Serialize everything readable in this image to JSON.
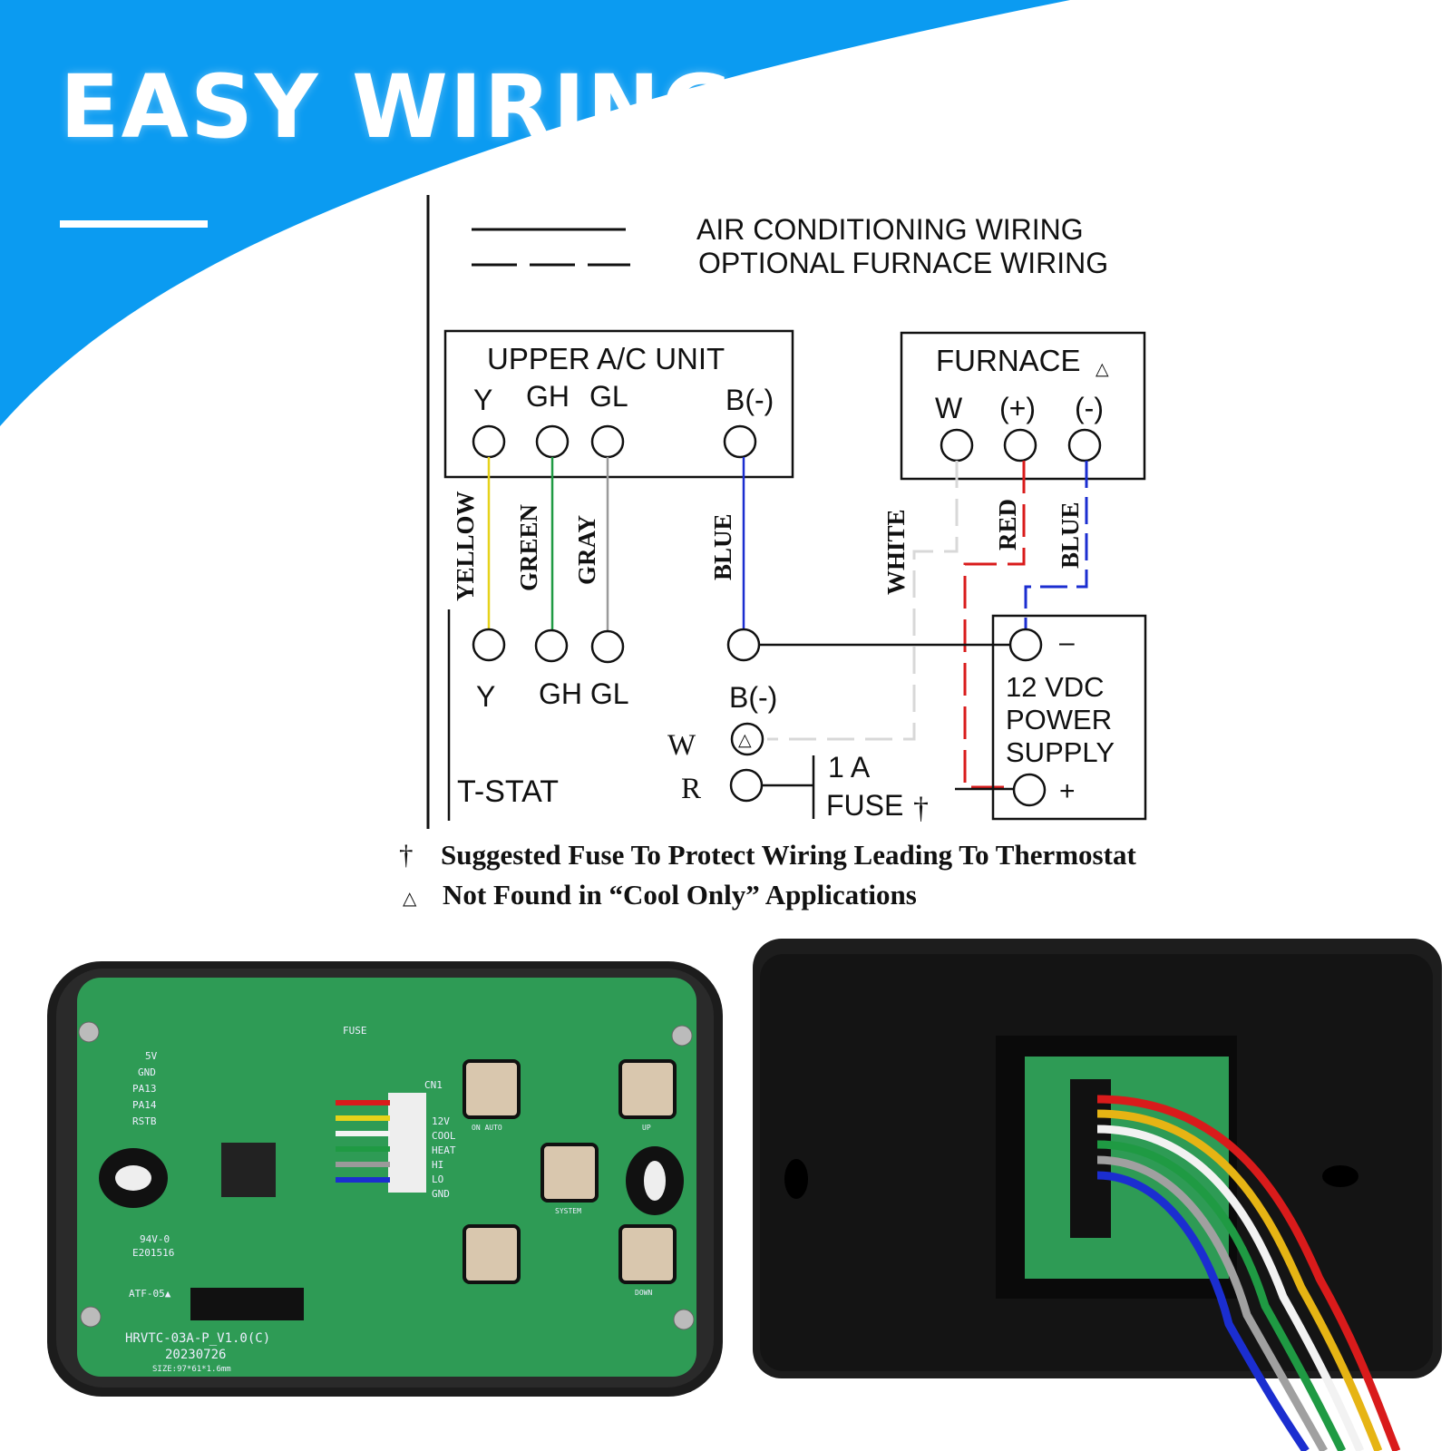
{
  "colors": {
    "header_blue": "#0b9bf1",
    "wire_yellow": "#e6d21a",
    "wire_green": "#1f9a43",
    "wire_gray": "#9a9a9a",
    "wire_blue": "#1b2ed0",
    "wire_red": "#d91b1b",
    "wire_white": "#d8d8d8",
    "pcb_green": "#2e9b55",
    "case_black": "#1a1a1a"
  },
  "header": {
    "title": "EASY WIRING"
  },
  "legend": {
    "solid_label": "AIR CONDITIONING WIRING",
    "dashed_label": "OPTIONAL FURNACE WIRING"
  },
  "ac_unit": {
    "title": "UPPER A/C UNIT",
    "terminals": [
      "Y",
      "GH",
      "GL",
      "B(-)"
    ]
  },
  "furnace": {
    "title": "FURNACE",
    "triangle_mark": "△",
    "terminals": [
      "W",
      "(+)",
      "(-)"
    ]
  },
  "wires": {
    "yellow": "YELLOW",
    "green": "GREEN",
    "gray": "GRAY",
    "blue_ac": "BLUE",
    "white": "WHITE",
    "red": "RED",
    "blue_furnace": "BLUE"
  },
  "tstat": {
    "label": "T-STAT",
    "terminals": [
      "Y",
      "GH GL",
      "B(-)",
      "W",
      "R"
    ]
  },
  "fuse": {
    "line1": "1 A",
    "line2": "FUSE",
    "dagger": "†"
  },
  "power_supply": {
    "line1": "12  VDC",
    "line2": "POWER",
    "line3": "SUPPLY",
    "minus": "–",
    "plus": "+"
  },
  "notes": [
    {
      "symbol": "†",
      "text": "Suggested Fuse To Protect Wiring Leading To Thermostat"
    },
    {
      "symbol": "△",
      "text": "Not Found in “Cool Only” Applications"
    }
  ],
  "pcb_board": {
    "pin_labels": [
      "5V",
      "GND",
      "PA13",
      "PA14",
      "RSTB"
    ],
    "connector_labels": [
      "12V",
      "COOL",
      "HEAT",
      "HI",
      "LO",
      "GND"
    ],
    "button_labels": [
      "ON AUTO",
      "UP",
      "SYSTEM",
      "DOWN"
    ],
    "marks": [
      "94V-0",
      "E201516",
      "ATF-05▲"
    ],
    "model": "HRVTC-03A-P_V1.0(C)",
    "date": "20230726",
    "size": "SIZE:97*61*1.6mm",
    "fuse_label": "FUSE",
    "con_label": "CN1"
  }
}
